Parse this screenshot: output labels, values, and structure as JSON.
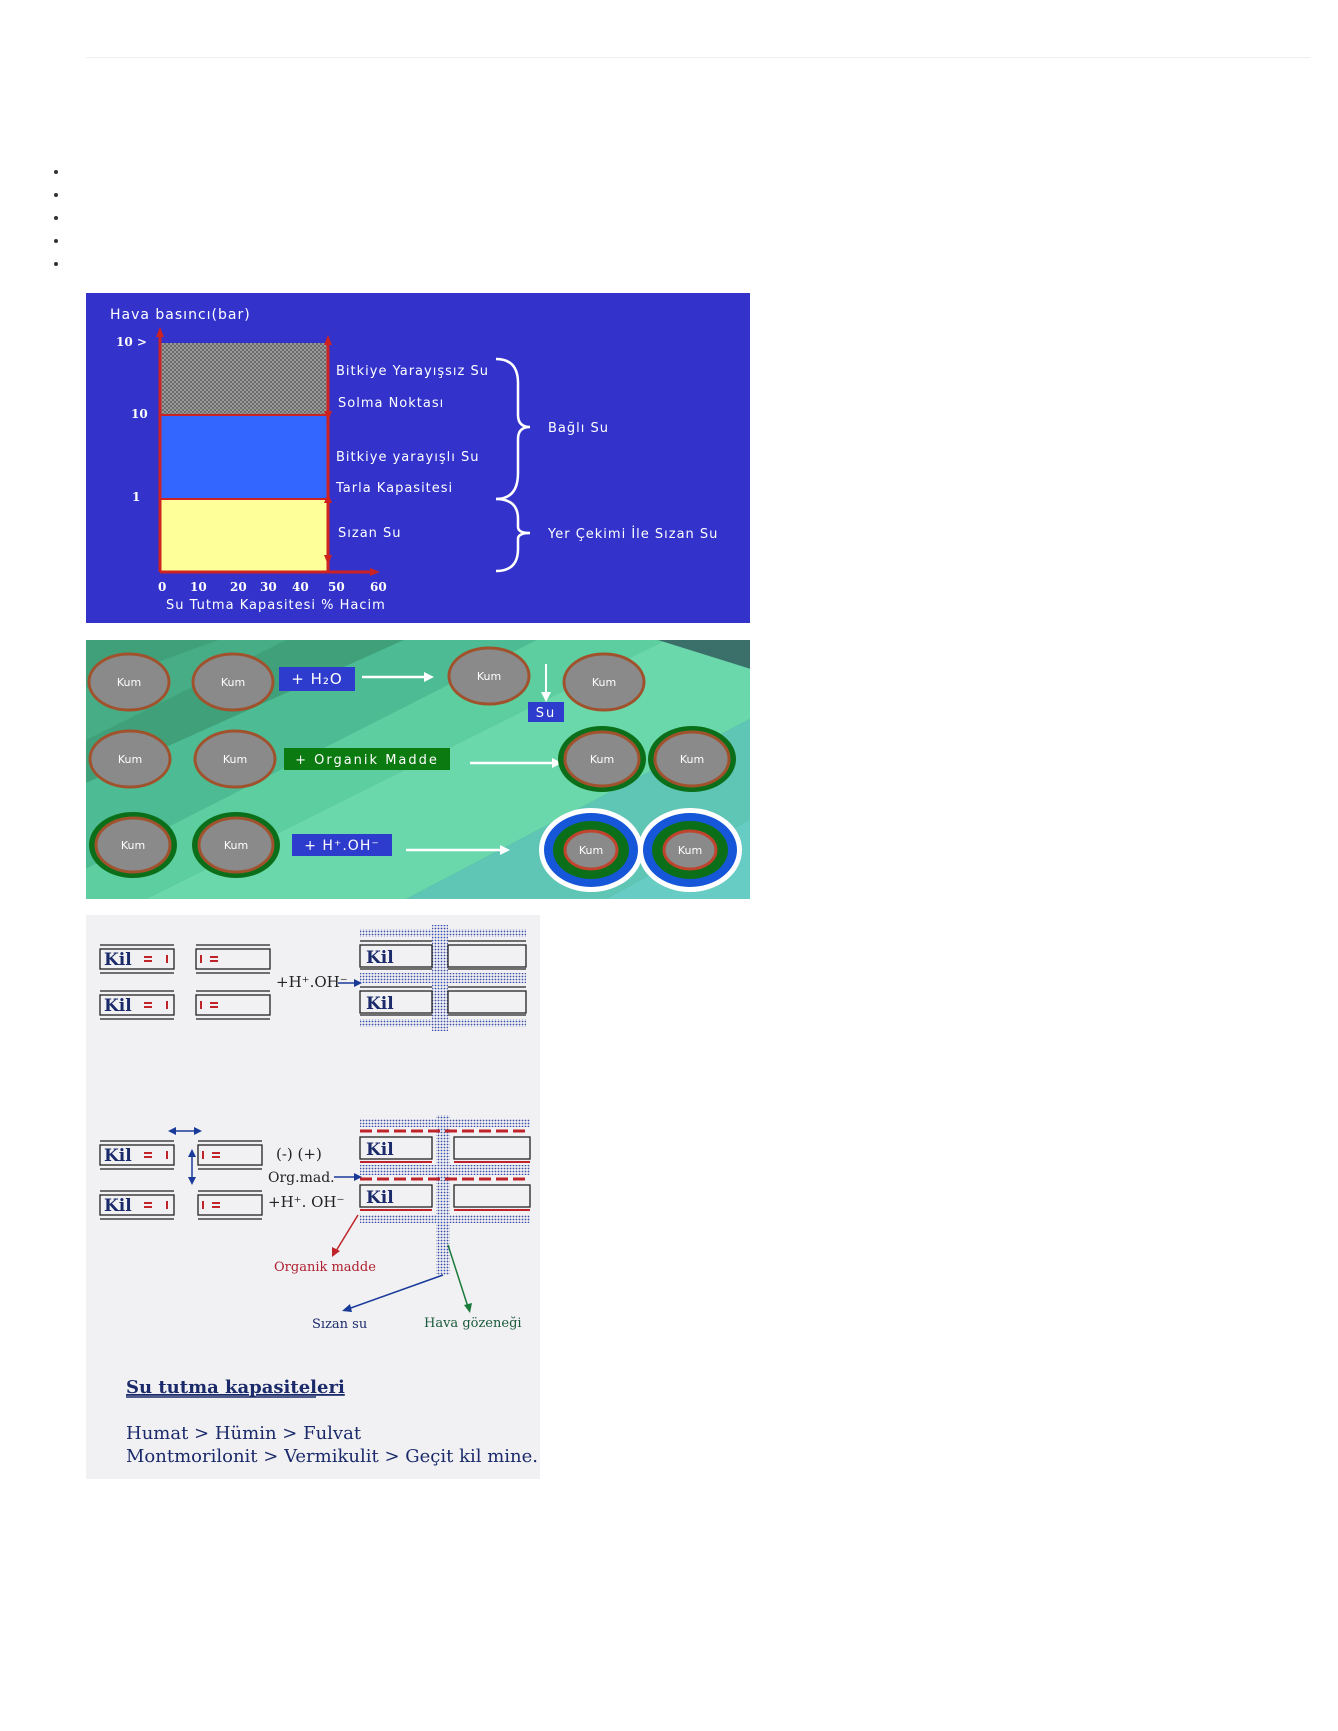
{
  "bullet_items": [
    "",
    "",
    "",
    "",
    ""
  ],
  "chart": {
    "ylabel": "Hava basıncı(bar)",
    "yticks": [
      "10 >",
      "10",
      "1"
    ],
    "xticks": [
      "0",
      "10",
      "20",
      "30",
      "40",
      "50",
      "60"
    ],
    "xlabel": "Su Tutma Kapasitesi % Hacim",
    "zone_labels": [
      "Bitkiye Yarayışsız Su",
      "Solma Noktası",
      "Bitkiye yarayışlı Su",
      "Tarla Kapasitesi",
      "Sızan Su"
    ],
    "group_labels": [
      "Bağlı Su",
      "Yer Çekimi İle Sızan Su"
    ],
    "colors": {
      "background": "#3333cc",
      "upper_zone": "#8f8f8f",
      "middle_zone": "#3366ff",
      "lower_zone": "#ffff99",
      "axis": "#cc2222"
    }
  },
  "sand": {
    "particle_label": "Kum",
    "additive_water": "+ H₂O",
    "water_label": "Su",
    "additive_organic": "+ Organik Madde",
    "additive_ions": "+ H⁺.OH⁻"
  },
  "clay": {
    "particle_label": "Kil",
    "ions_top": "+H⁺.OH⁻",
    "charges": "(-) (+)",
    "org_mad": "Org.mad.",
    "ions_mid": "+H⁺. OH⁻",
    "organik_madde": "Organik madde",
    "sizan_su": "Sızan su",
    "hava_gozenegi": "Hava gözeneği",
    "heading": "Su tutma kapasiteleri",
    "line1": "Humat > Hümin > Fulvat",
    "line2": "Montmorilonit > Vermikulit > Geçit kil mine."
  }
}
